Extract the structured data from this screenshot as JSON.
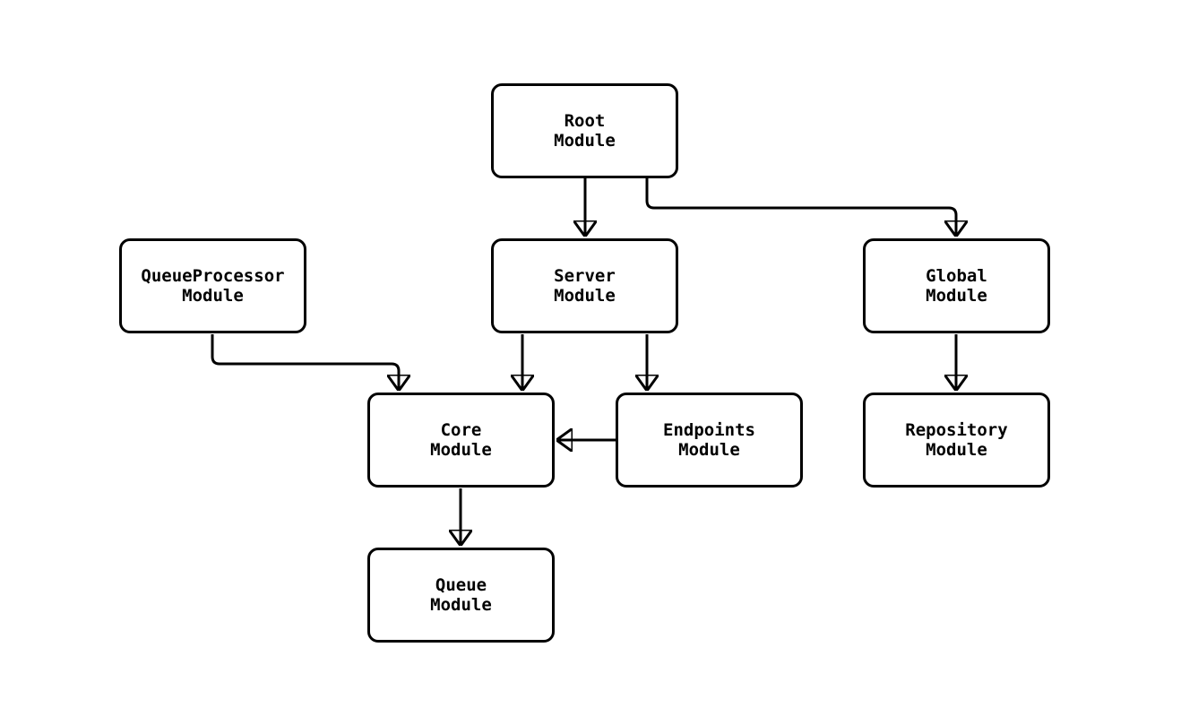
{
  "diagram": {
    "type": "module-dependency-flowchart",
    "colors": {
      "background": "#ffffff",
      "node_fill": "#ffffff",
      "stroke": "#000000",
      "text": "#000000"
    },
    "nodes": [
      {
        "id": "root",
        "line1": "Root",
        "line2": "Module"
      },
      {
        "id": "queue-processor",
        "line1": "QueueProcessor",
        "line2": "Module"
      },
      {
        "id": "server",
        "line1": "Server",
        "line2": "Module"
      },
      {
        "id": "global",
        "line1": "Global",
        "line2": "Module"
      },
      {
        "id": "core",
        "line1": "Core",
        "line2": "Module"
      },
      {
        "id": "endpoints",
        "line1": "Endpoints",
        "line2": "Module"
      },
      {
        "id": "repository",
        "line1": "Repository",
        "line2": "Module"
      },
      {
        "id": "queue",
        "line1": "Queue",
        "line2": "Module"
      }
    ],
    "edges": [
      {
        "from": "Root Module",
        "to": "Server Module"
      },
      {
        "from": "Root Module",
        "to": "Global Module"
      },
      {
        "from": "QueueProcessor Module",
        "to": "Core Module"
      },
      {
        "from": "Server Module",
        "to": "Core Module"
      },
      {
        "from": "Server Module",
        "to": "Endpoints Module"
      },
      {
        "from": "Endpoints Module",
        "to": "Core Module"
      },
      {
        "from": "Global Module",
        "to": "Repository Module"
      },
      {
        "from": "Core Module",
        "to": "Queue Module"
      }
    ]
  }
}
